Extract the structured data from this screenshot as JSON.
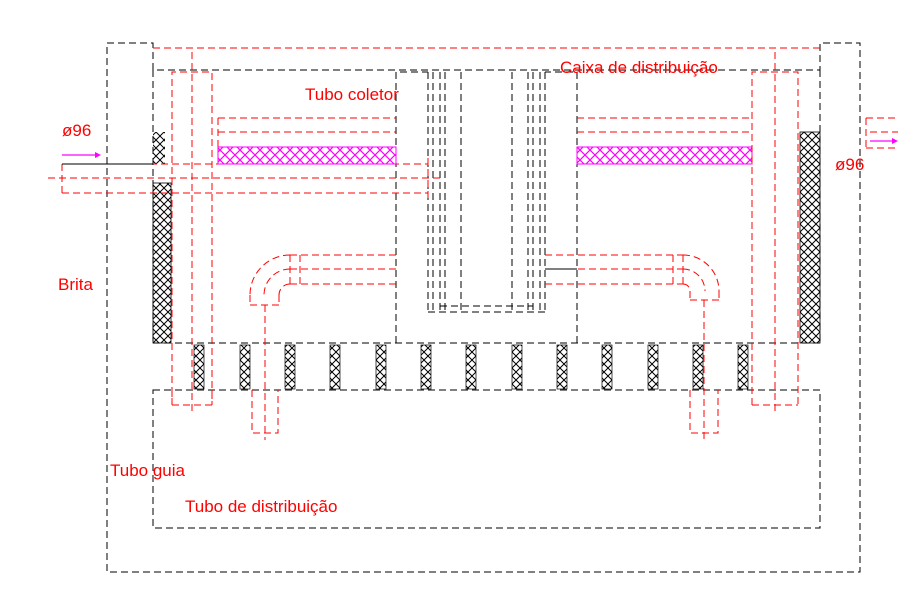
{
  "labels": {
    "inlet_diameter": "ø96",
    "outlet_diameter": "ø96",
    "collector_pipe": "Tubo coletor",
    "distribution_box": "Caixa de distribuição",
    "gravel": "Brita",
    "guide_pipe": "Tubo guia",
    "distribution_pipe": "Tubo de distribuição"
  },
  "colors": {
    "label_text": "#ff0000",
    "red_dashed": "#ff0000",
    "black_dashed": "#000000",
    "magenta": "#ff00ff",
    "hatch": "#000000"
  },
  "icons": {
    "inlet_arrow": "arrow-right-icon",
    "outlet_arrow": "arrow-right-icon"
  }
}
